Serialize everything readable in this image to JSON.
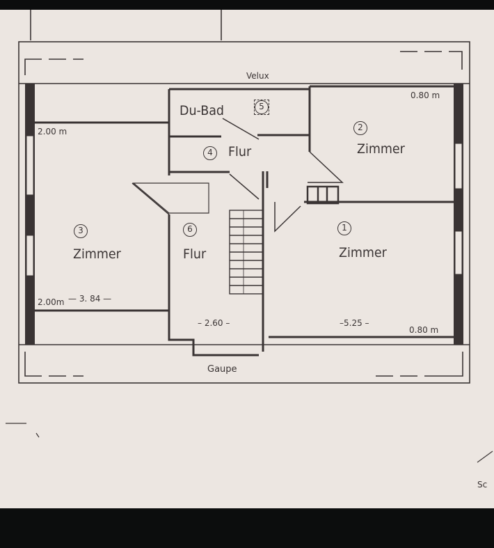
{
  "labels": {
    "velux": "Velux",
    "gaupe": "Gaupe",
    "corner_cut": "Sc"
  },
  "rooms": {
    "du_bad": {
      "number": "5",
      "name": "Du-Bad"
    },
    "flur_4": {
      "number": "4",
      "name": "Flur"
    },
    "zimmer_2": {
      "number": "2",
      "name": "Zimmer"
    },
    "zimmer_3": {
      "number": "3",
      "name": "Zimmer"
    },
    "flur_6": {
      "number": "6",
      "name": "Flur"
    },
    "zimmer_1": {
      "number": "1",
      "name": "Zimmer"
    }
  },
  "dimensions": {
    "top_right": "0.80 m",
    "left_top": "2.00 m",
    "left_bottom": "2.00m",
    "width_room3": "— 3. 84 —",
    "width_flur6": "– 2.60 –",
    "width_room1": "–5.25 –",
    "bottom_right": "0.80 m"
  },
  "colors": {
    "paper": "#ece6e1",
    "ink": "#3a3434",
    "frame": "#0c0d0d"
  }
}
